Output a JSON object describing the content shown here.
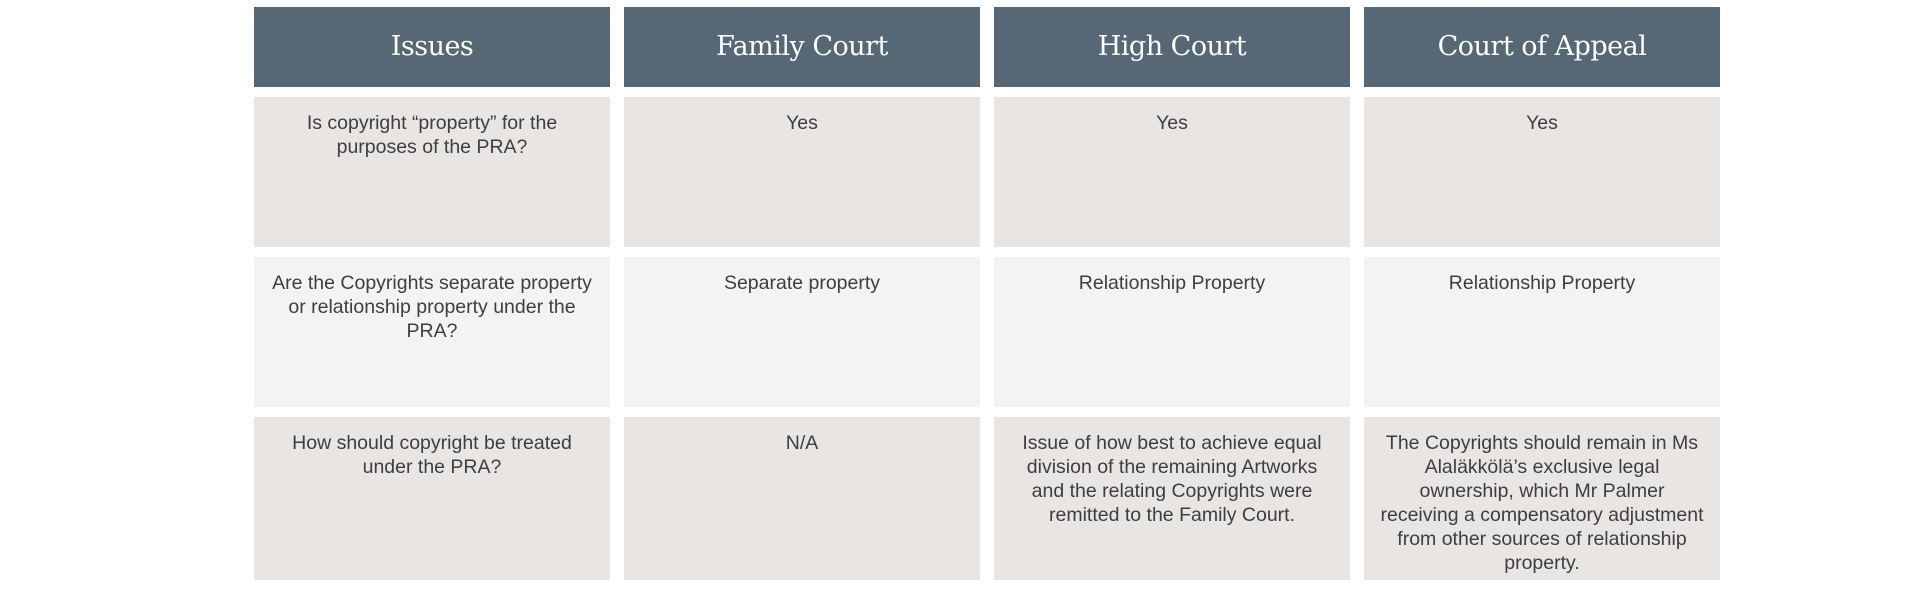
{
  "table": {
    "headers": [
      "Issues",
      "Family Court",
      "High Court",
      "Court of Appeal"
    ],
    "rows": [
      [
        "Is copyright “property” for the purposes of the PRA?",
        "Yes",
        "Yes",
        "Yes"
      ],
      [
        "Are the Copyrights separate property or relationship property under the PRA?",
        "Separate property",
        "Relationship Property",
        "Relationship Property"
      ],
      [
        "How should copyright be treated under the PRA?",
        "N/A",
        "Issue of how best to achieve equal division of the remaining Artworks and the relating Copyrights were remitted to the Family Court.",
        "The Copyrights should remain in Ms Alaläkkölä’s exclusive legal ownership, which Mr Palmer receiving a compensatory adjustment from other sources of relationship property."
      ]
    ]
  },
  "colors": {
    "header_bg": "#566776",
    "row_shade_a": "#e8e5e2",
    "row_shade_b": "#f4f3f2",
    "text": "#3a3f44"
  }
}
